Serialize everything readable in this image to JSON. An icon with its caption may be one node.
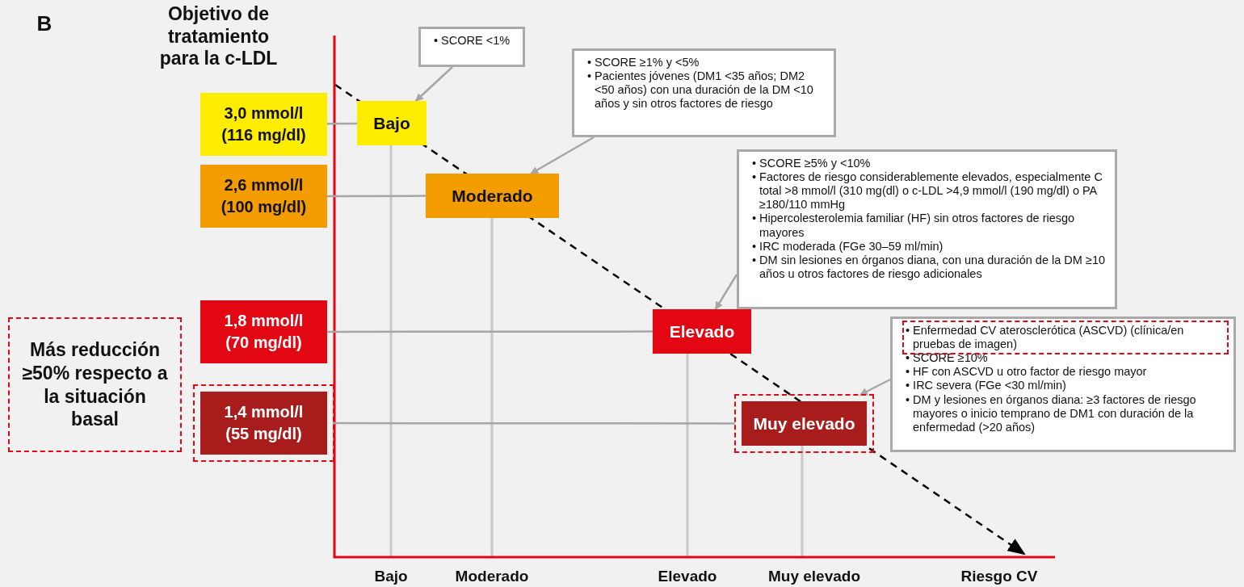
{
  "diagram": {
    "nodes": [
      {
        "text": [
          "Más reducción ≥50% respecto a la situación basal"
        ]
      },
      {
        "text": [
          "3,0 mmol/l (116 mg/dl)"
        ]
      },
      {
        "text": [
          "2,6 mmol/l (100 mg/dl)"
        ]
      },
      {
        "text": [
          "1,8 mmol/l (70 mg/dl)"
        ]
      },
      {
        "text": [
          "1,4 mmol/l (55 mg/dl)"
        ]
      },
      {
        "text": [
          "• SCORE <1%"
        ]
      },
      {
        "text": [
          "Bajo"
        ]
      },
      {
        "text": [
          "• SCORE ≥1% y <5%",
          "• Pacientes jóvenes (DM1 <35 años; DM2 <50 años) con una duración de la DM <10 años y sin otros factores de riesgo"
        ]
      },
      {
        "text": [
          "Moderado"
        ]
      },
      {
        "text": [
          "• SCORE ≥5% y <10%",
          "• Factores de riesgo considerablemente elevados, especialmente C total >8 mmol/l (310 mg(dl) o c-LDL >4,9 mmol/l (190 mg/dl) o PA ≥180/110 mmHg",
          "• Hipercolesterolemia familiar (HF) sin otros factores de riesgo mayores",
          "• IRC moderada (FGe 30–59 ml/min)",
          "• DM sin lesiones en órganos diana, con una duración de la DM ≥10 años u otros factores de riesgo adicionales"
        ]
      },
      {
        "text": [
          "Elevado"
        ]
      },
      {
        "text": [
          "• Enfermedad CV aterosclerótica (ASCVD) (clínica/en pruebas de imagen)",
          "• SCORE ≥10%",
          "• HF con ASCVD u otro factor de riesgo mayor",
          "• IRC severa (FGe <30 ml/min)",
          "• DM y lesiones en órganos diana: ≥3 factores de riesgo mayores o inicio temprano de DM1 con duración de la enfermedad (>20 años)"
        ]
      },
      {
        "text": [
          "Muy elevado"
        ]
      }
    ],
    "edges": [
      {
        "from": 1,
        "to": 6,
        "arrow": "none"
      },
      {
        "from": 2,
        "to": 8,
        "arrow": "none"
      },
      {
        "from": 3,
        "to": 10,
        "arrow": "none"
      },
      {
        "from": 4,
        "to": 12,
        "arrow": "none"
      },
      {
        "from": 5,
        "to": 6,
        "arrow": "to"
      },
      {
        "from": 7,
        "to": 8,
        "arrow": "to"
      },
      {
        "from": 9,
        "to": 10,
        "arrow": "to"
      },
      {
        "from": 11,
        "to": 12,
        "arrow": "to"
      }
    ],
    "labels": [
      "B",
      "Objetivo de tratamiento para la c-LDL",
      "Bajo",
      "Moderado",
      "Elevado",
      "Muy elevado",
      "Riesgo CV"
    ]
  }
}
